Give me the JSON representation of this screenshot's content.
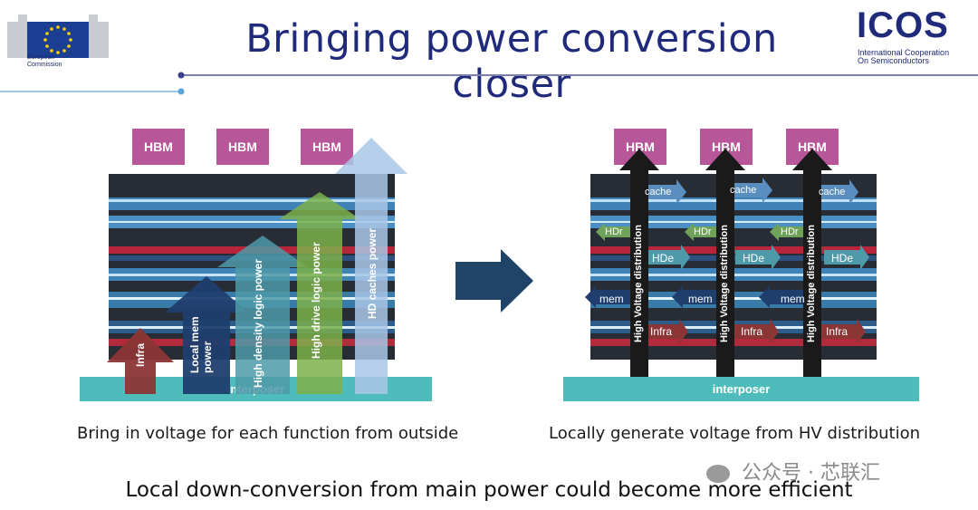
{
  "header": {
    "title": "Bringing power conversion closer",
    "eu_logo_text": "European\nCommission",
    "icos_logo": "ICOS",
    "icos_subtitle_line1": "International Cooperation",
    "icos_subtitle_line2": "On Semiconductors"
  },
  "left_diagram": {
    "hbm_labels": [
      "HBM",
      "HBM",
      "HBM"
    ],
    "interposer_label": "interposer",
    "arrows": [
      {
        "label": "Infra",
        "color": "#8b3535"
      },
      {
        "label": "Local mem\npower",
        "color": "#1f3e6e"
      },
      {
        "label": "High density logic power",
        "color": "#4f9aa8"
      },
      {
        "label": "High drive logic power",
        "color": "#7db04a"
      },
      {
        "label": "HD caches power",
        "color": "#a9c7e6"
      }
    ],
    "caption": "Bring in voltage for each function from outside"
  },
  "right_diagram": {
    "hbm_labels": [
      "HBM",
      "HBM",
      "HBM"
    ],
    "interposer_label": "interposer",
    "vertical_label": "High Voltage distribution",
    "tags": {
      "cache": "cache",
      "hdr": "HDr",
      "hde": "HDe",
      "mem": "mem",
      "infra": "Infra"
    },
    "caption": "Locally generate voltage from HV distribution"
  },
  "transition_arrow": {
    "color": "#1f4468"
  },
  "bottom_caption": "Local down-conversion from main power could become more efficient",
  "watermark": "公众号 · 芯联汇",
  "colors": {
    "title": "#1f2a7a",
    "hbm": "#b8569a",
    "interposer": "#4fbcbc",
    "header_line": "#7a7fae"
  }
}
